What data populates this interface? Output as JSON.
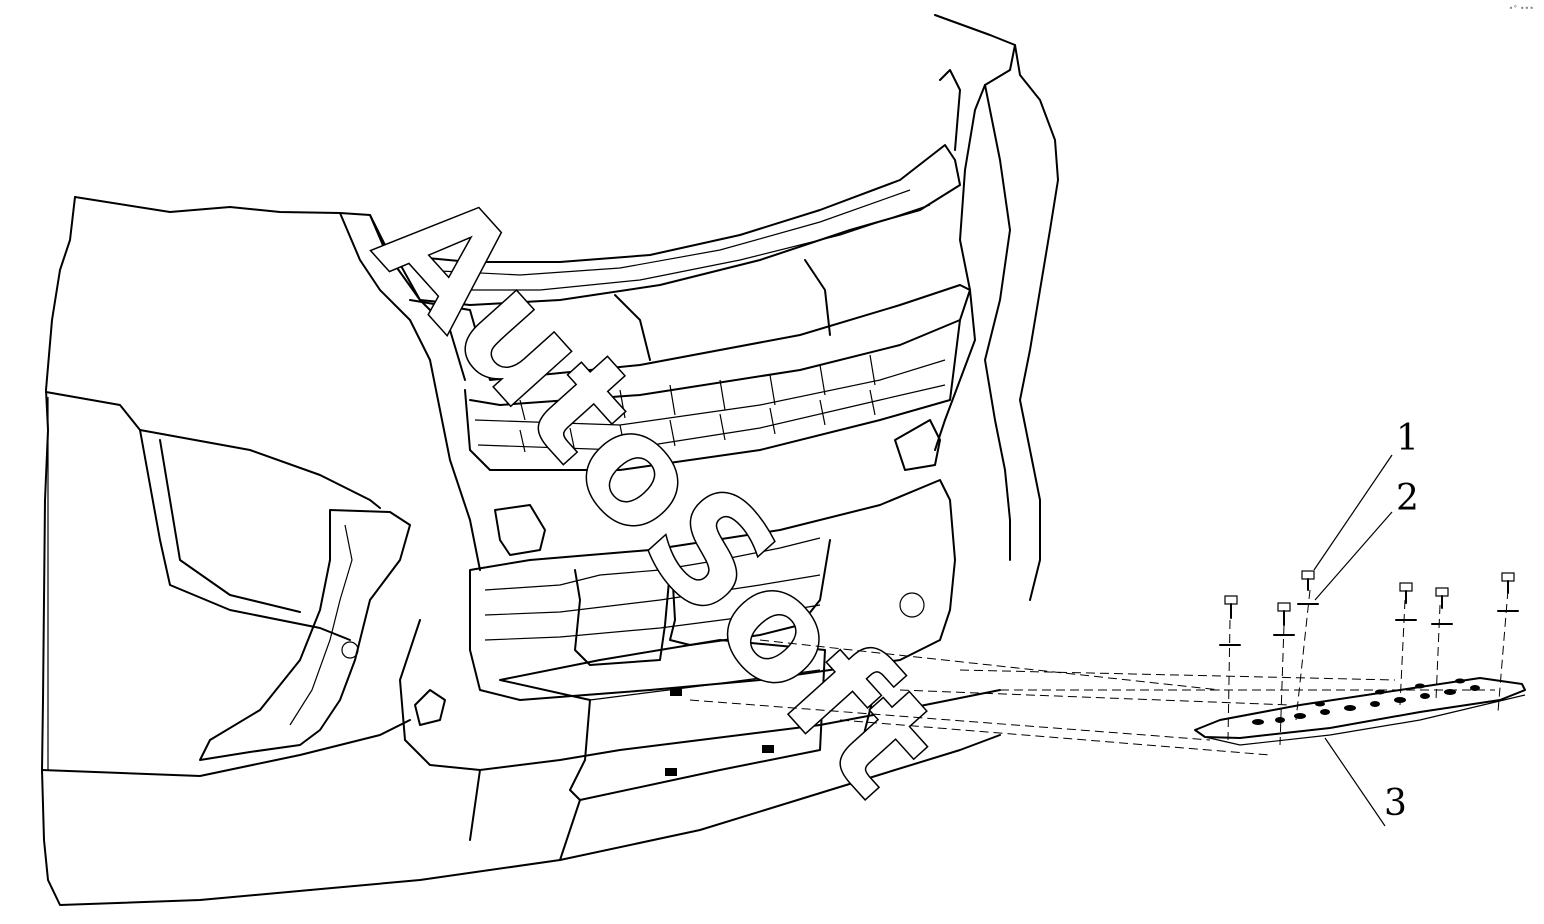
{
  "watermark": "AutoSoft",
  "callouts": [
    {
      "id": "callout-1",
      "label": "1",
      "part": "screw"
    },
    {
      "id": "callout-2",
      "label": "2",
      "part": "washer"
    },
    {
      "id": "callout-3",
      "label": "3",
      "part": "step-plate"
    }
  ],
  "corner_mark": "•° •••",
  "colors": {
    "line": "#000000",
    "background": "#ffffff"
  }
}
